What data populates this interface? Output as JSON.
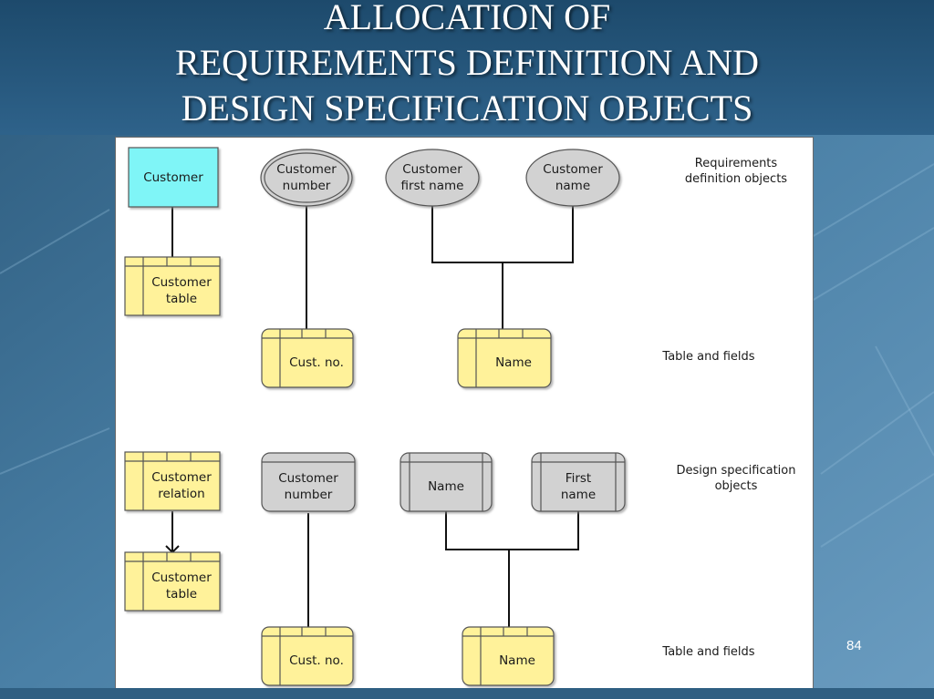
{
  "slide": {
    "title_lines": [
      "ALLOCATION OF",
      "REQUIREMENTS DEFINITION AND",
      "DESIGN SPECIFICATION OBJECTS"
    ],
    "page_number": "84"
  },
  "diagram": {
    "row_labels": {
      "requirements": "Requirements\ndefinition objects",
      "table_fields_1": "Table and fields",
      "design": "Design specification\nobjects",
      "table_fields_2": "Table and fields"
    },
    "nodes": {
      "customer_entity": "Customer",
      "customer_table_1": "Customer\ntable",
      "customer_number_attr": "Customer\nnumber",
      "customer_first_name_attr": "Customer\nfirst name",
      "customer_name_attr": "Customer\nname",
      "cust_no_field_1": "Cust. no.",
      "name_field_1": "Name",
      "customer_relation": "Customer\nrelation",
      "customer_table_2": "Customer\ntable",
      "customer_number_domain": "Customer\nnumber",
      "name_domain": "Name",
      "first_name_domain": "First\nname",
      "cust_no_field_2": "Cust. no.",
      "name_field_2": "Name"
    }
  },
  "colors": {
    "entity_fill": "#7ff5f7",
    "table_fill": "#fff29a",
    "attribute_fill": "#d2d2d2",
    "background": "#3d6f93"
  }
}
